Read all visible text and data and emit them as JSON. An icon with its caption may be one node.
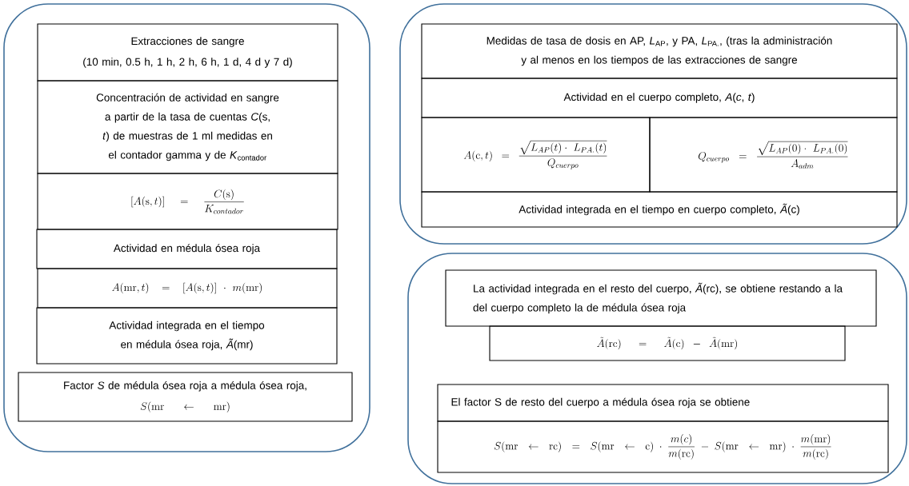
{
  "diagram": {
    "nodes": [
      {
        "text": [],
        "shape": "box"
      },
      {
        "text": [
          "Extracciones de sangre",
          "(10  min, 0.5 h, 1 h, 2 h, 6 h, 1 d, 4 d y 7 d)"
        ],
        "in": 0
      },
      {
        "text": [
          "Concentración de actividad en sangre a partir de la tasa de cuentas *C*(s, *t*) de muestras de 1 ml medidas en el contador gamma y de *K*$_{contador}$"
        ],
        "in": 0
      },
      {
        "text": [
          "[A(\\mathrm{s},t)] = \\frac{C(\\mathrm{s})}{K_{contador}}"
        ],
        "in": 0
      },
      {
        "text": [
          "Actividad en médula ósea roja"
        ],
        "in": 0
      },
      {
        "text": [
          "A(\\mathrm{mr},t) = [A(\\mathrm{s},t)]\\cdot m(\\mathrm{mr})"
        ],
        "in": 0
      },
      {
        "text": [
          "Actividad integrada en el tiempo en médula ósea roja, *Ã*(mr)"
        ],
        "in": 0
      },
      {
        "text": [
          "Factor *S* de médula ósea roja a médula ósea roja,",
          "S(\\mathrm{mr} \\leftarrow \\mathrm{mr})"
        ],
        "in": 0
      },
      {
        "text": [],
        "shape": "box"
      },
      {
        "text": [
          "Medidas de tasa de dosis en AP, *L*$_{AP}$,  y PA, *L*$_{PA.}$, (tras la administración y al menos en los tiempos de las extracciones de sangre"
        ],
        "in": 8
      },
      {
        "text": [
          "Actividad en el cuerpo completo, *A*(*c*, *t*)"
        ],
        "in": 8
      },
      {
        "text": [
          "A(\\mathrm{c},t) = \\frac{\\sqrt{L_{AP}(t)\\cdot\\ L_{PA.}(t)}}{Q_{cuerpo}}"
        ],
        "in": 8
      },
      {
        "text": [
          "Q_{cuerpo} = \\frac{\\sqrt{L_{AP}(0)\\cdot\\ L_{PA.}(0)}}{A_{adm}}"
        ],
        "in": 8
      },
      {
        "text": [
          "Actividad integrada en el tiempo en cuerpo completo, *Ã*(c)"
        ],
        "in": 8
      },
      {
        "text": [],
        "shape": "box"
      },
      {
        "text": [
          "La actividad integrada en el resto del cuerpo, *Ã*(rc),  se obtiene restando a la del cuerpo completo la de médula ósea roja"
        ],
        "in": 14
      },
      {
        "text": [
          "\\tilde{A}(\\mathrm{rc}) = \\tilde{A}(\\mathrm{c}) - \\tilde{A}(\\mathrm{mr})"
        ],
        "in": 14
      },
      {
        "text": [
          "El factor S de resto del cuerpo a médula ósea roja se obtiene"
        ],
        "in": 14
      },
      {
        "text": [
          "S(\\mathrm{mr} \\leftarrow \\mathrm{rc}) = S(\\mathrm{mr} \\leftarrow \\mathrm{c}) \\cdot \\frac{m(c)}{m(\\mathrm{rc})} - S(\\mathrm{mr} \\leftarrow \\mathrm{mr}) \\cdot \\frac{m(\\mathrm{mr})}{m(\\mathrm{rc})}"
        ],
        "in": 14
      }
    ]
  }
}
